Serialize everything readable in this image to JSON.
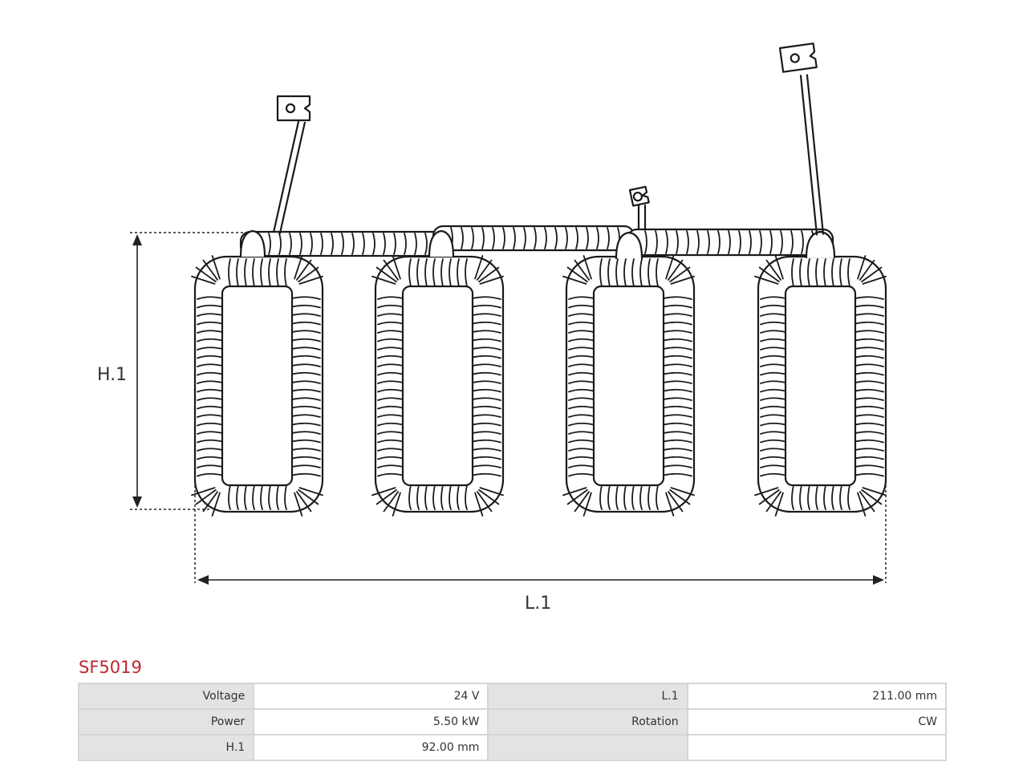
{
  "drawing": {
    "height_label": "H.1",
    "length_label": "L.1"
  },
  "product": {
    "code": "SF5019",
    "brand_color": "#c0272d"
  },
  "specs": [
    {
      "label": "Voltage",
      "value": "24 V",
      "label2": "L.1",
      "value2": "211.00 mm"
    },
    {
      "label": "Power",
      "value": "5.50 kW",
      "label2": "Rotation",
      "value2": "CW"
    },
    {
      "label": "H.1",
      "value": "92.00 mm",
      "label2": "",
      "value2": ""
    }
  ]
}
